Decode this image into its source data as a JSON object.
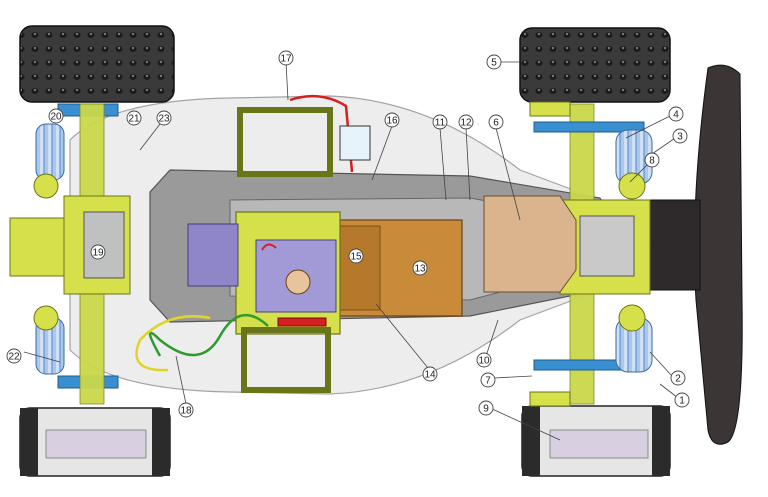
{
  "callouts": [
    {
      "id": "c1",
      "label": "1"
    },
    {
      "id": "c2",
      "label": "2"
    },
    {
      "id": "c3",
      "label": "3"
    },
    {
      "id": "c4",
      "label": "4"
    },
    {
      "id": "c5",
      "label": "5"
    },
    {
      "id": "c6",
      "label": "6"
    },
    {
      "id": "c7",
      "label": "7"
    },
    {
      "id": "c8",
      "label": "8"
    },
    {
      "id": "c9",
      "label": "9"
    },
    {
      "id": "c9b",
      "label": "9"
    },
    {
      "id": "c10",
      "label": "10"
    },
    {
      "id": "c11",
      "label": "11"
    },
    {
      "id": "c12",
      "label": "12"
    },
    {
      "id": "c13",
      "label": "13"
    },
    {
      "id": "c14",
      "label": "14"
    },
    {
      "id": "c15",
      "label": "15"
    },
    {
      "id": "c16",
      "label": "16"
    },
    {
      "id": "c17",
      "label": "17"
    },
    {
      "id": "c18",
      "label": "18"
    },
    {
      "id": "c19",
      "label": "19"
    },
    {
      "id": "c20",
      "label": "20"
    },
    {
      "id": "c21",
      "label": "21"
    },
    {
      "id": "c22",
      "label": "22"
    },
    {
      "id": "c23",
      "label": "23"
    }
  ],
  "colors": {
    "body_shell": "#e9e9e9",
    "chassis_plate": "#9a9a9a",
    "parts_yellow": "#d6e04a",
    "suspension_blue": "#3a8fd0",
    "spring_blue": "#a9c8ee",
    "battery_orange": "#c98a3a",
    "tire_dark": "#2b2b2b",
    "bumper": "#3b3536",
    "wire_red": "#d42020",
    "wire_green": "#2f9a2f",
    "servo_purple": "#8f86c8",
    "gear_tan": "#d9b48c"
  }
}
